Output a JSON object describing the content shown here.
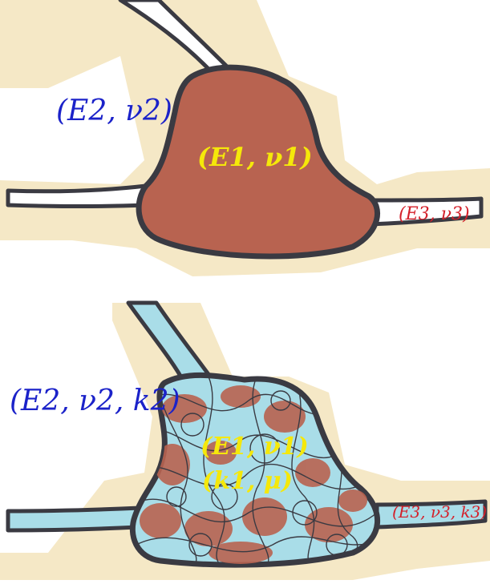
{
  "colors": {
    "background": "#ffffff",
    "rock_matrix": "#f5e8c6",
    "fracture_open": "#ffffff",
    "fracture_fluid": "#a9dde8",
    "inclusion_fill": "#b86350",
    "outline": "#3a3a42",
    "label_matrix": "#1b22c9",
    "label_inclusion": "#f5e80a",
    "label_fracture": "#d4202a"
  },
  "panel_top": {
    "matrix_label": "(E2, ν2)",
    "inclusion_label": "(E1, ν1)",
    "fracture_label": "(E3, ν3)"
  },
  "panel_bottom": {
    "matrix_label": "(E2, ν2, k2)",
    "inclusion_label_line1": "(E1, ν1)",
    "inclusion_label_line2": "(k1, μ)",
    "fracture_label": "(E3, ν3, k3)"
  }
}
